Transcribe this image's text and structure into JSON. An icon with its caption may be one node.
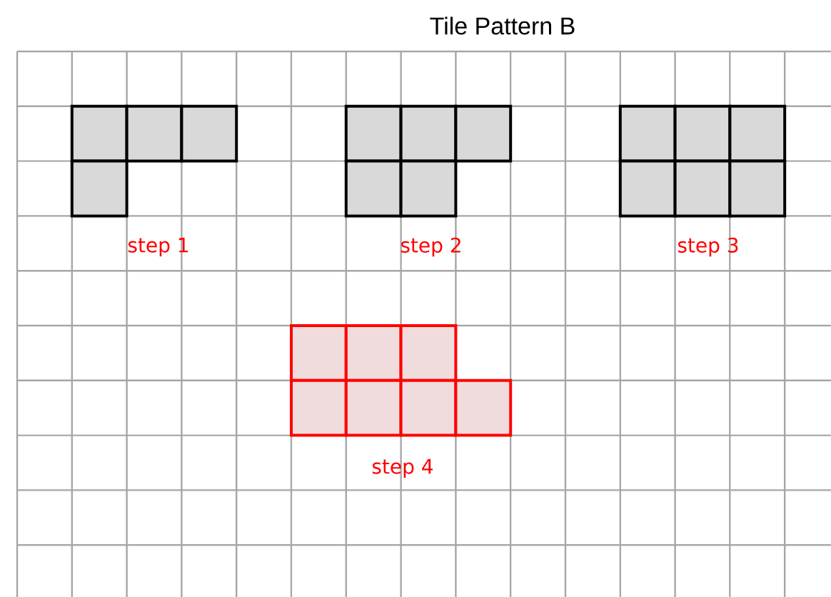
{
  "diagram": {
    "title": "Tile Pattern B",
    "labels": [
      "step 1",
      "step 2",
      "step 3",
      "step 4"
    ]
  }
}
